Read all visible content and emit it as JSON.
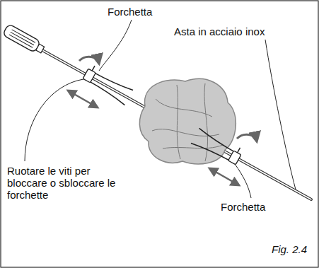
{
  "diagram": {
    "caption": "Fig. 2.4",
    "labels": [
      "Forchetta",
      "Asta in acciaio inox",
      "Ruotare le viti per bloccare o sbloccare le forchette",
      "Forchetta"
    ]
  }
}
